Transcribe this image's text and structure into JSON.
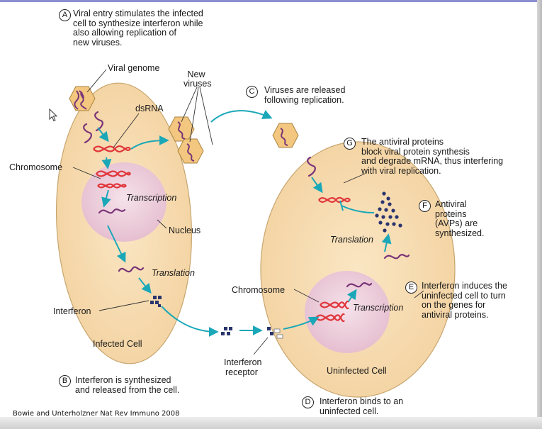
{
  "steps": [
    {
      "letter": "A",
      "lines": [
        "Viral entry stimulates the infected",
        "cell to synthesize interferon while",
        "also allowing replication of",
        "new viruses."
      ]
    },
    {
      "letter": "B",
      "lines": [
        "Interferon is synthesized",
        "and released from the cell."
      ]
    },
    {
      "letter": "C",
      "lines": [
        "Viruses are released",
        "following replication."
      ]
    },
    {
      "letter": "D",
      "lines": [
        "Interferon binds to an",
        "uninfected cell."
      ]
    },
    {
      "letter": "E",
      "lines": [
        "Interferon induces the",
        "uninfected cell to turn",
        "on the genes for",
        "antiviral proteins."
      ]
    },
    {
      "letter": "F",
      "lines": [
        "Antiviral",
        "proteins",
        "(AVPs) are",
        "synthesized."
      ]
    },
    {
      "letter": "G",
      "lines": [
        "The antiviral proteins",
        "block viral protein synthesis",
        "and degrade mRNA, thus interfering",
        "with viral replication."
      ]
    }
  ],
  "labels": {
    "viral_genome": "Viral genome",
    "new_viruses_1": "New",
    "new_viruses_2": "viruses",
    "dsrna": "dsRNA",
    "chromosome_left": "Chromosome",
    "transcription_left": "Transcription",
    "nucleus": "Nucleus",
    "translation_left": "Translation",
    "interferon": "Interferon",
    "infected_cell": "Infected Cell",
    "interferon_receptor_1": "Interferon",
    "interferon_receptor_2": "receptor",
    "uninfected_cell": "Uninfected Cell",
    "chromosome_right": "Chromosome",
    "transcription_right": "Transcription",
    "translation_right": "Translation"
  },
  "credit": "Bowie and Unterholzner Nat Rev Immuno 2008",
  "colors": {
    "cell_fill": "#f6ddb0",
    "cell_stroke": "#c7a56e",
    "nucleus_fill": "#eed2dd",
    "arrow": "#1aa7b8",
    "rna": "#7a3478",
    "dna": "#e0353a",
    "virus_fill": "#f3c77f",
    "interferon_dots": "#2a356e"
  }
}
